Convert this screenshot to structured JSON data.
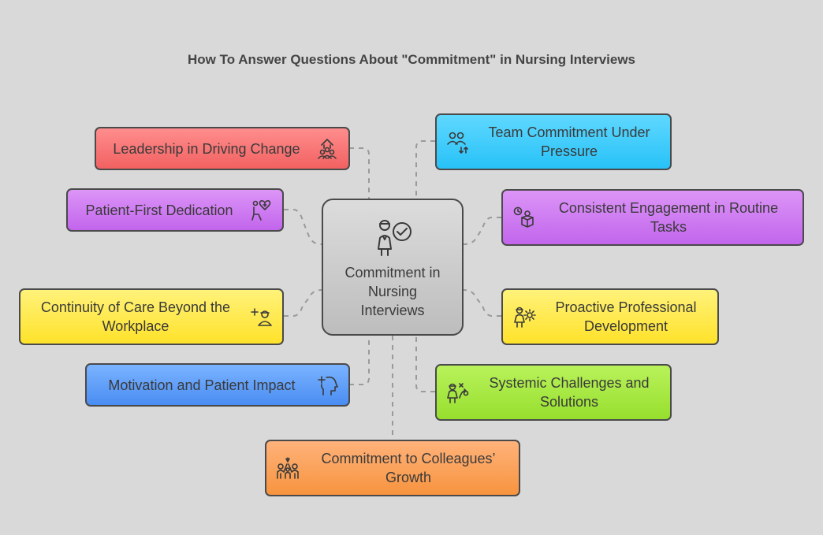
{
  "title": "How To Answer Questions About \"Commitment\" in Nursing Interviews",
  "center": {
    "label": "Commitment in Nursing Interviews",
    "icon": "nurse-check-icon"
  },
  "nodes": [
    {
      "label": "Leadership in Driving Change",
      "icon": "leadership-icon",
      "color": "#f26161"
    },
    {
      "label": "Patient-First Dedication",
      "icon": "heart-care-icon",
      "color": "#c265ec"
    },
    {
      "label": "Continuity of Care Beyond the Workplace",
      "icon": "nurse-plus-icon",
      "color": "#ffe22a"
    },
    {
      "label": "Motivation and Patient Impact",
      "icon": "head-plus-icon",
      "color": "#4a8df2"
    },
    {
      "label": "Team Commitment Under Pressure",
      "icon": "team-arrows-icon",
      "color": "#28c2f7"
    },
    {
      "label": "Consistent Engagement in Routine Tasks",
      "icon": "routine-tasks-icon",
      "color": "#c265ec"
    },
    {
      "label": "Proactive Professional Development",
      "icon": "person-gear-icon",
      "color": "#ffe22a"
    },
    {
      "label": "Systemic Challenges and Solutions",
      "icon": "strategy-icon",
      "color": "#97df2e"
    },
    {
      "label": "Commitment to Colleagues’ Growth",
      "icon": "colleagues-icon",
      "color": "#f7943f"
    }
  ]
}
